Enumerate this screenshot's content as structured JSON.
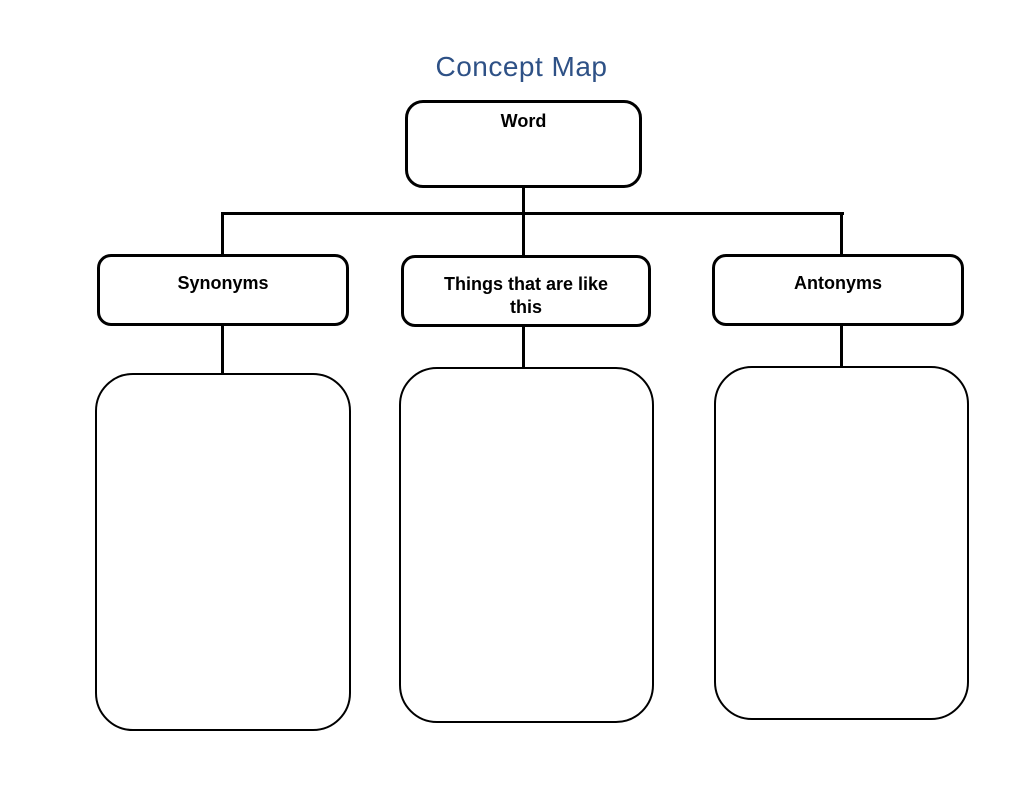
{
  "page": {
    "background_color": "#ffffff"
  },
  "header": {
    "title": "Concept Map",
    "title_color": "#2e5186"
  },
  "map": {
    "root": {
      "label": "Word",
      "content": ""
    },
    "branches": [
      {
        "label": "Synonyms",
        "content": ""
      },
      {
        "label": "Things that are like this",
        "content": ""
      },
      {
        "label": "Antonyms",
        "content": ""
      }
    ]
  },
  "colors": {
    "line": "#000000",
    "box_border": "#000000",
    "label_text": "#000000"
  }
}
